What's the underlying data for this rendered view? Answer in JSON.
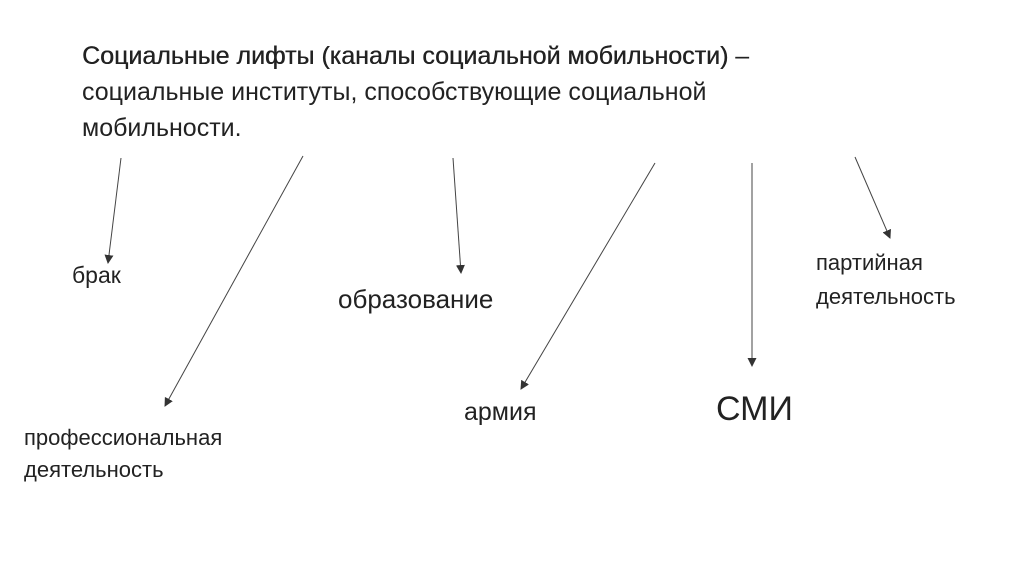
{
  "definition": {
    "term": "Социальные лифты (каналы социальной мобильности)",
    "text": " – социальные институты, способствующие социальной мобильности."
  },
  "channels": {
    "marriage": "брак",
    "profession_line1": "профессиональная",
    "profession_line2": "деятельность",
    "education": "образование",
    "army": "армия",
    "media": "СМИ",
    "party_line1": "партийная",
    "party_line2": "деятельность"
  }
}
